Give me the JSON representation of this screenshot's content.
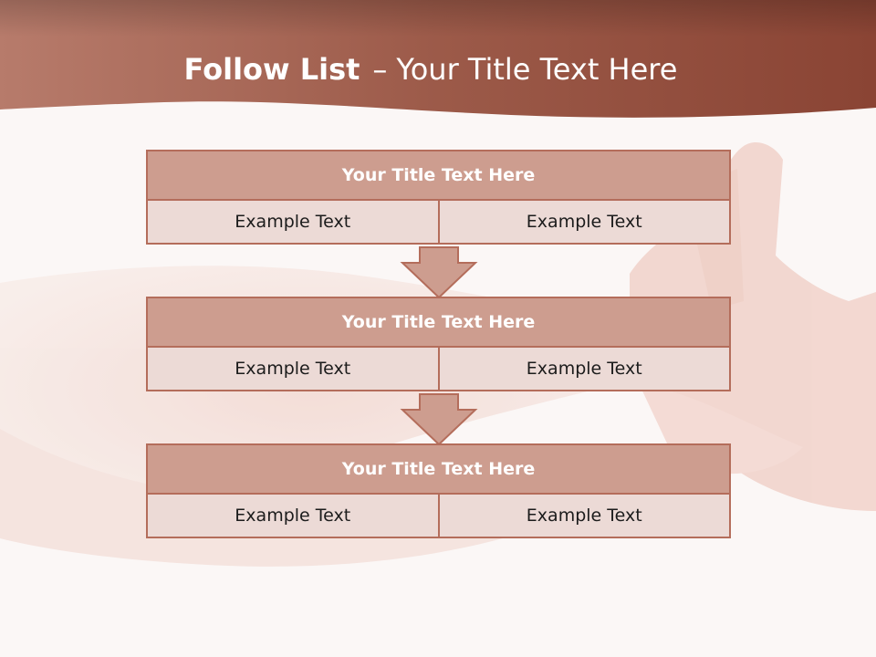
{
  "slide": {
    "title_bold": "Follow List",
    "title_dash": "–",
    "title_rest": "Your Title Text Here"
  },
  "blocks": [
    {
      "title": "Your Title Text Here",
      "left": "Example Text",
      "right": "Example Text"
    },
    {
      "title": "Your Title Text Here",
      "left": "Example Text",
      "right": "Example Text"
    },
    {
      "title": "Your Title Text Here",
      "left": "Example Text",
      "right": "Example Text"
    }
  ],
  "icons": {
    "connector": "down-arrow-icon"
  },
  "colors": {
    "banner": "#a45a48",
    "header_fill": "#cd9d8f",
    "cell_fill": "#ecdad6",
    "border": "#b46d5b",
    "background": "#fbf7f6"
  }
}
